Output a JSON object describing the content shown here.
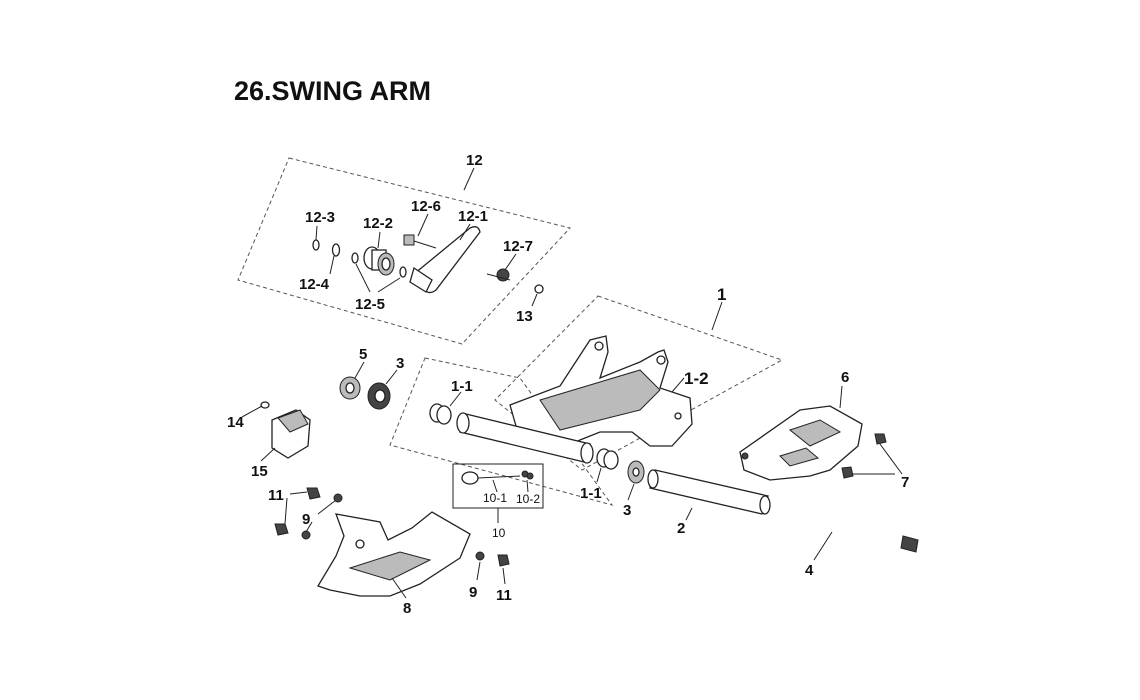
{
  "title": "26.SWING ARM",
  "labels": {
    "p12": "12",
    "p12_1": "12-1",
    "p12_2": "12-2",
    "p12_3": "12-3",
    "p12_4": "12-4",
    "p12_5": "12-5",
    "p12_6": "12-6",
    "p12_7": "12-7",
    "p13": "13",
    "p1": "1",
    "p1_1a": "1-1",
    "p1_1b": "1-1",
    "p1_2": "1-2",
    "p2": "2",
    "p3a": "3",
    "p3b": "3",
    "p4": "4",
    "p5": "5",
    "p6": "6",
    "p7": "7",
    "p8": "8",
    "p9a": "9",
    "p9b": "9",
    "p10": "10",
    "p10_1": "10-1",
    "p10_2": "10-2",
    "p11a": "11",
    "p11b": "11",
    "p14": "14",
    "p15": "15"
  }
}
